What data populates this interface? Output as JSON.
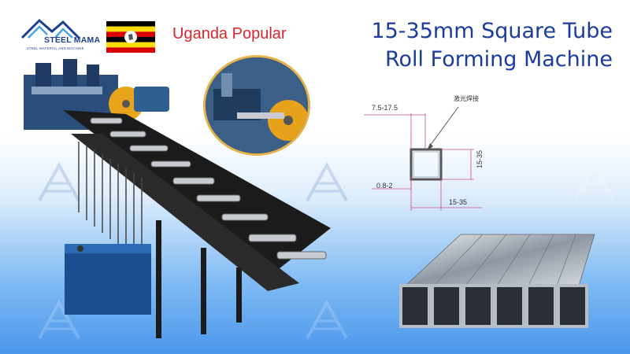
{
  "brand": {
    "name": "STEEL MAMA",
    "tagline_small": "STEEL MATERIAL AND MACHINE"
  },
  "market_label": "Uganda Popular",
  "title": {
    "line1": "15-35mm Square Tube",
    "line2": "Roll Forming Machine"
  },
  "diagram": {
    "wall_width_label": "7.5-17.5",
    "weld_note": "激光焊接",
    "height_label": "15-35",
    "thickness_label": "0.8-2",
    "width_label": "15-35"
  },
  "colors": {
    "title": "#1c3c9c",
    "market_label": "#d8262c",
    "brand": "#1a3f8f"
  },
  "icons": [
    "steel-mama-logo-icon",
    "uganda-flag-icon",
    "watermark-logo-icon"
  ]
}
